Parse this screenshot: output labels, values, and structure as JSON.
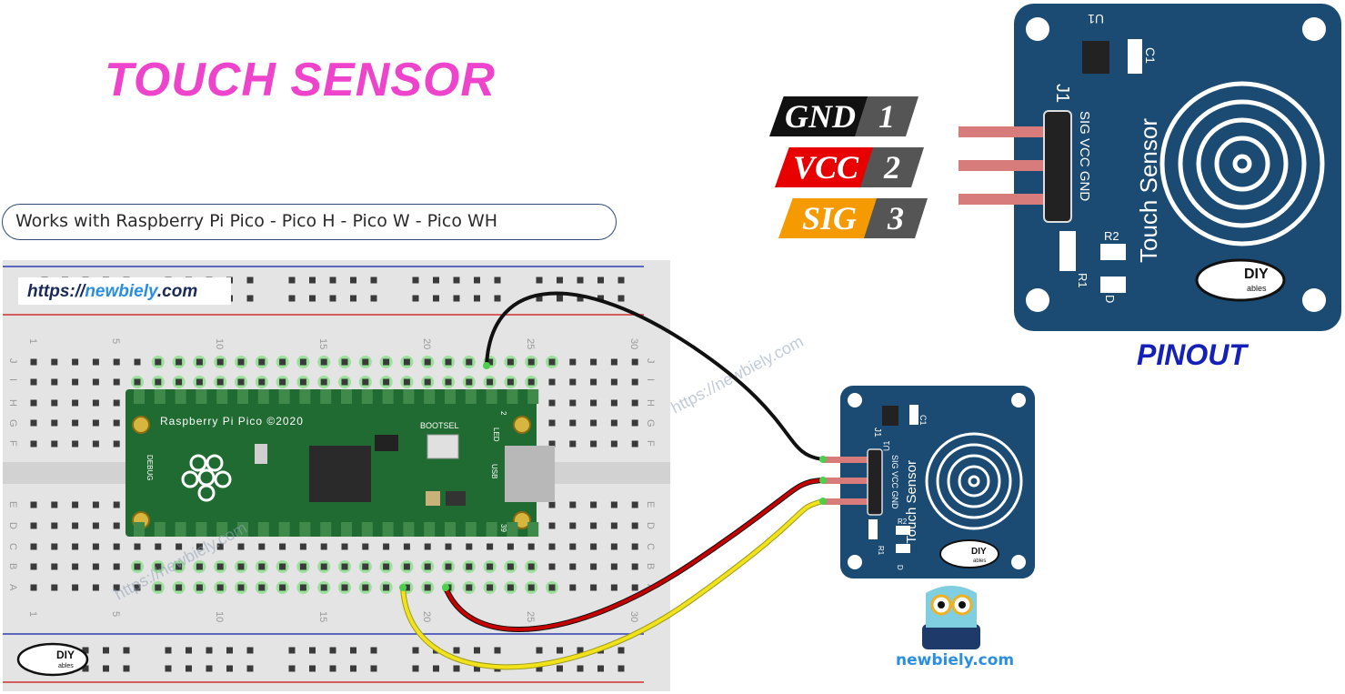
{
  "title": "TOUCH SENSOR",
  "compatibility": "Works with Raspberry Pi Pico - Pico H - Pico W - Pico WH",
  "website_url": {
    "prefix": "https://",
    "highlight": "newbiely",
    "suffix": ".com"
  },
  "pinout_label": "PINOUT",
  "brand_footer": "newbiely.com",
  "watermark": "https://newbiely.com",
  "pins": [
    {
      "name": "GND",
      "number": "1",
      "color": "#111111"
    },
    {
      "name": "VCC",
      "number": "2",
      "color": "#e80000"
    },
    {
      "name": "SIG",
      "number": "3",
      "color": "#f59a00"
    }
  ],
  "pico_board": {
    "label": "Raspberry Pi Pico ©2020",
    "bootsel": "BOOTSEL",
    "led": "LED",
    "debug": "DEBUG",
    "usb": "USB",
    "pin_2": "2",
    "pin_39": "39",
    "color": "#1f6b32"
  },
  "sensor_module": {
    "j1": "J1",
    "u1": "U1",
    "c1": "C1",
    "r1": "R1",
    "r2": "R2",
    "d": "D",
    "pin_labels": "SIG VCC GND",
    "name": "Touch Sensor",
    "color": "#1b4a72"
  },
  "breadboard": {
    "column_numbers": [
      "1",
      "5",
      "10",
      "15",
      "20",
      "25",
      "30"
    ],
    "row_letters_top": [
      "J",
      "I",
      "H",
      "G",
      "F"
    ],
    "row_letters_bottom": [
      "E",
      "D",
      "C",
      "B",
      "A"
    ]
  },
  "logo": {
    "top": "DIY",
    "bottom": "ables"
  },
  "wire_colors": {
    "gnd": "#111111",
    "vcc": "#c40000",
    "sig": "#f2e21a"
  }
}
